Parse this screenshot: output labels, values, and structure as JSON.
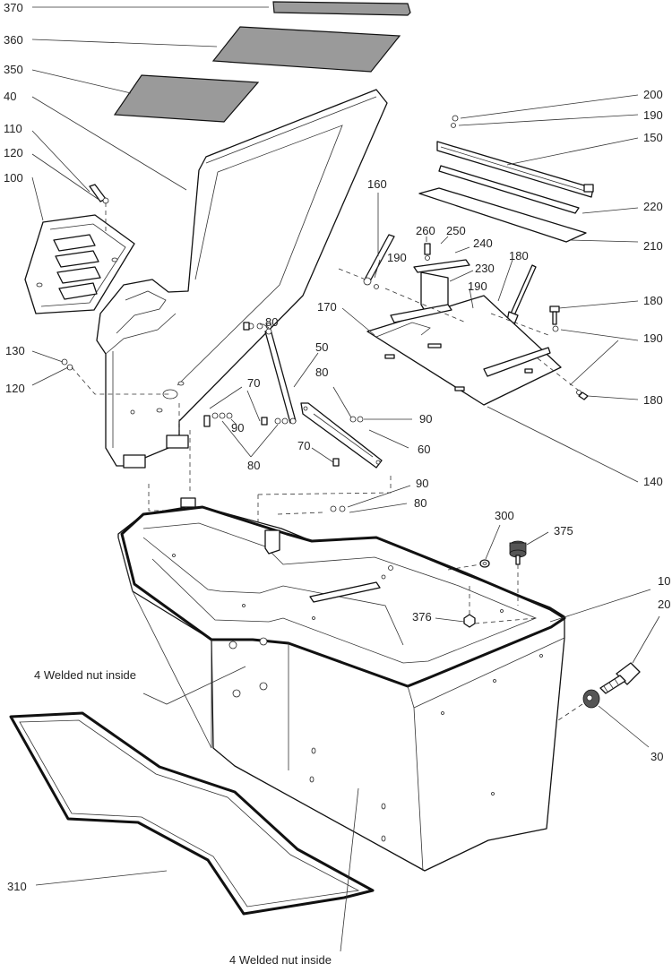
{
  "diagram": {
    "callouts": [
      {
        "id": "c370",
        "label": "370"
      },
      {
        "id": "c360",
        "label": "360"
      },
      {
        "id": "c350",
        "label": "350"
      },
      {
        "id": "c40",
        "label": "40"
      },
      {
        "id": "c110",
        "label": "110"
      },
      {
        "id": "c120a",
        "label": "120"
      },
      {
        "id": "c100",
        "label": "100"
      },
      {
        "id": "c130",
        "label": "130"
      },
      {
        "id": "c120b",
        "label": "120"
      },
      {
        "id": "c200",
        "label": "200"
      },
      {
        "id": "c190a",
        "label": "190"
      },
      {
        "id": "c150",
        "label": "150"
      },
      {
        "id": "c220",
        "label": "220"
      },
      {
        "id": "c210",
        "label": "210"
      },
      {
        "id": "c160",
        "label": "160"
      },
      {
        "id": "c260",
        "label": "260"
      },
      {
        "id": "c250",
        "label": "250"
      },
      {
        "id": "c240",
        "label": "240"
      },
      {
        "id": "c190b",
        "label": "190"
      },
      {
        "id": "c230",
        "label": "230"
      },
      {
        "id": "c180a",
        "label": "180"
      },
      {
        "id": "c190c",
        "label": "190"
      },
      {
        "id": "c180b",
        "label": "180"
      },
      {
        "id": "c190d",
        "label": "190"
      },
      {
        "id": "c180c",
        "label": "180"
      },
      {
        "id": "c170",
        "label": "170"
      },
      {
        "id": "c140",
        "label": "140"
      },
      {
        "id": "c80a",
        "label": "80"
      },
      {
        "id": "c50",
        "label": "50"
      },
      {
        "id": "c70a",
        "label": "70"
      },
      {
        "id": "c90a",
        "label": "90"
      },
      {
        "id": "c80b",
        "label": "80"
      },
      {
        "id": "c80c",
        "label": "80"
      },
      {
        "id": "c90b",
        "label": "90"
      },
      {
        "id": "c60",
        "label": "60"
      },
      {
        "id": "c70b",
        "label": "70"
      },
      {
        "id": "c90c",
        "label": "90"
      },
      {
        "id": "c80d",
        "label": "80"
      },
      {
        "id": "c300",
        "label": "300"
      },
      {
        "id": "c375",
        "label": "375"
      },
      {
        "id": "c10",
        "label": "10"
      },
      {
        "id": "c376",
        "label": "376"
      },
      {
        "id": "c20",
        "label": "20"
      },
      {
        "id": "c30",
        "label": "30"
      },
      {
        "id": "c310",
        "label": "310"
      }
    ],
    "notes": [
      {
        "id": "note1",
        "label": "4 Welded nut inside"
      },
      {
        "id": "note2",
        "label": "4 Welded nut inside"
      }
    ]
  }
}
